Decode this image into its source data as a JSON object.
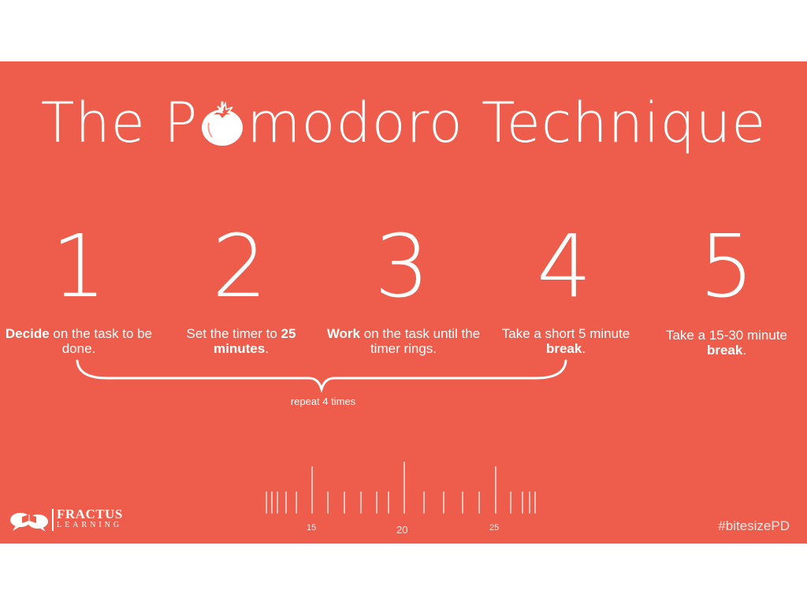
{
  "title": {
    "before": "The P",
    "after": "modoro Technique"
  },
  "steps": [
    {
      "number": "1",
      "bold": "Decide",
      "text_pre": "",
      "text_post": " on the task to be done."
    },
    {
      "number": "2",
      "bold": "25 minutes",
      "text_pre": "Set the timer to ",
      "text_post": "."
    },
    {
      "number": "3",
      "bold": "Work",
      "text_pre": "",
      "text_post": " on the task until the timer rings."
    },
    {
      "number": "4",
      "bold": "break",
      "text_pre": "Take a short 5 minute ",
      "text_post": "."
    },
    {
      "number": "5",
      "bold": "break",
      "text_pre": "Take a 15-30 minute ",
      "text_post": "."
    }
  ],
  "repeat_label": "repeat 4 times",
  "ruler": {
    "labels": [
      "15",
      "20",
      "25"
    ]
  },
  "logo": {
    "line1": "FRACTUS",
    "line2": "LEARNING"
  },
  "hashtag": "#bitesizePD",
  "colors": {
    "background": "#ee5c4b",
    "text": "#ffffff"
  },
  "icons": {
    "tomato": "tomato-icon",
    "logo": "fractus-speech-bubble-book-icon"
  }
}
